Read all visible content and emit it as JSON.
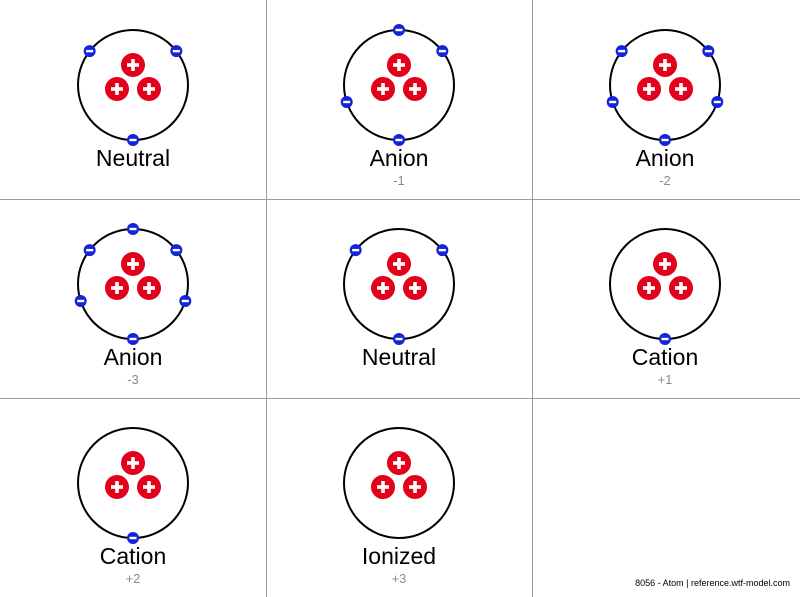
{
  "colors": {
    "proton": "#e3001b",
    "electron": "#1424d9",
    "orbit": "#000000",
    "grid": "#9a9a9a",
    "charge_text": "#8a8a8a"
  },
  "cells": [
    {
      "label": "Neutral",
      "charge": "",
      "electrons": [
        "top-left",
        "top-right",
        "bottom"
      ]
    },
    {
      "label": "Anion",
      "charge": "-1",
      "electrons": [
        "top",
        "top-right",
        "left",
        "bottom"
      ]
    },
    {
      "label": "Anion",
      "charge": "-2",
      "electrons": [
        "top-left",
        "top-right",
        "left",
        "right",
        "bottom"
      ]
    },
    {
      "label": "Anion",
      "charge": "-3",
      "electrons": [
        "top",
        "top-left",
        "top-right",
        "left",
        "right",
        "bottom"
      ]
    },
    {
      "label": "Neutral",
      "charge": "",
      "electrons": [
        "top-left",
        "top-right",
        "bottom"
      ]
    },
    {
      "label": "Cation",
      "charge": "+1",
      "electrons": [
        "bottom"
      ]
    },
    {
      "label": "Cation",
      "charge": "+2",
      "electrons": [
        "bottom"
      ]
    },
    {
      "label": "Ionized",
      "charge": "+3",
      "electrons": []
    },
    {
      "label": "",
      "charge": "",
      "electrons": null
    }
  ],
  "footer": "8056 - Atom | reference.wtf-model.com"
}
